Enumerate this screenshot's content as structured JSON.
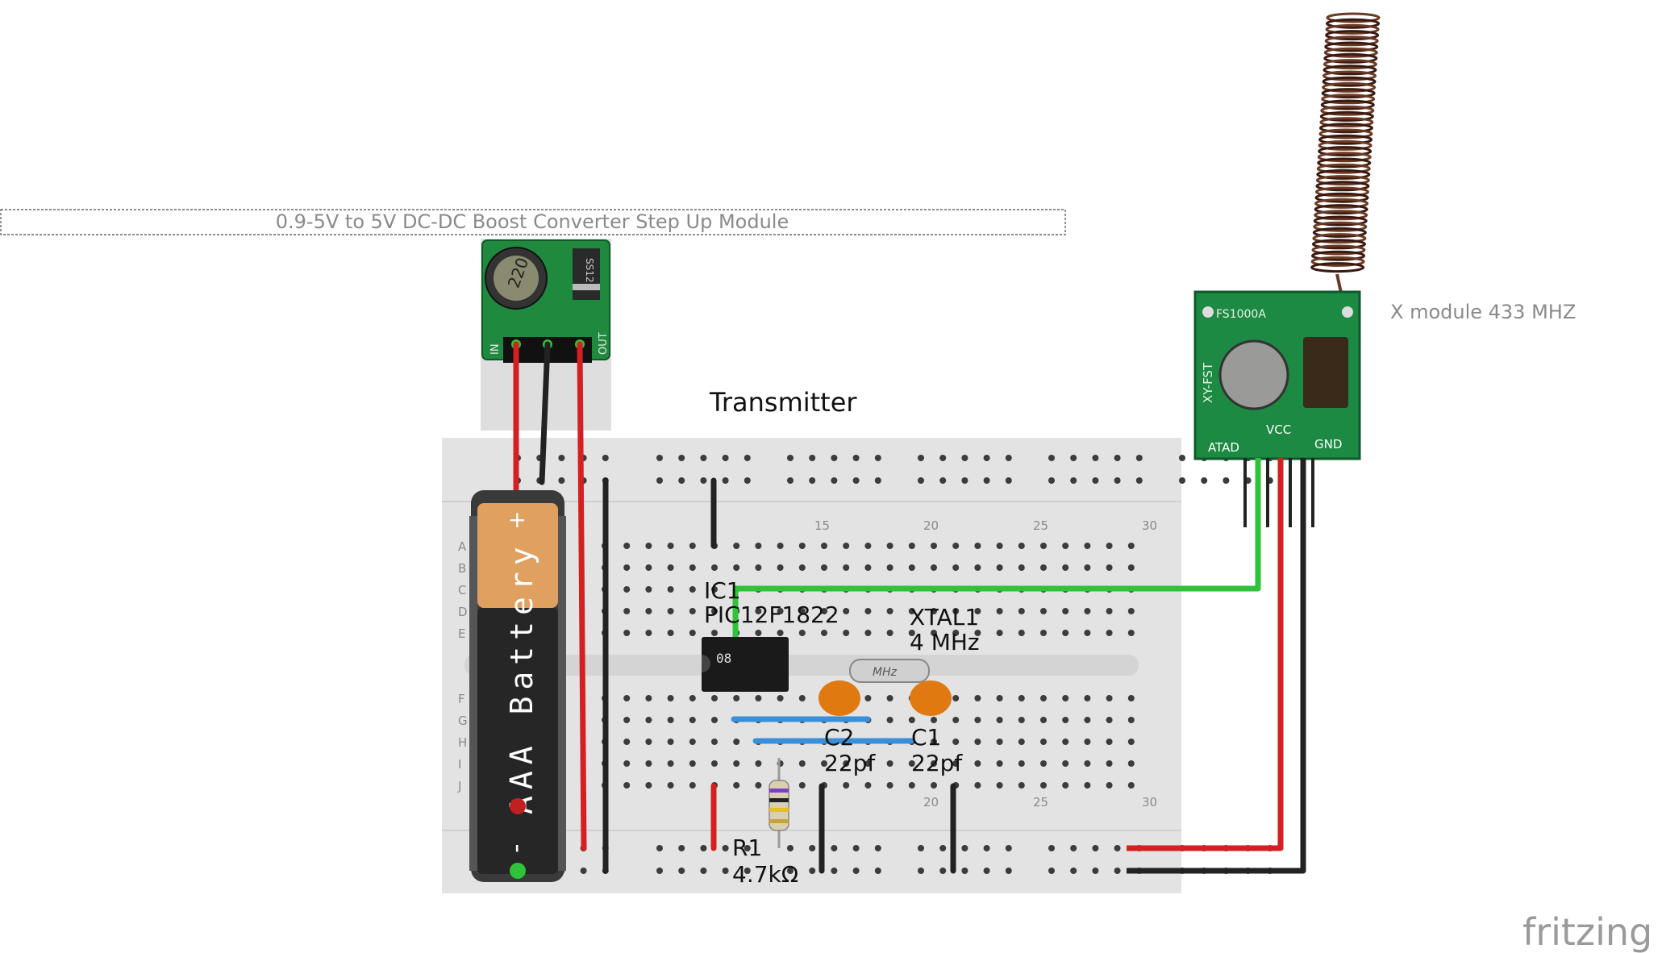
{
  "labels": {
    "boost_module": "0.9-5V to 5V DC-DC Boost Converter Step Up Module",
    "rf_module": "X module 433 MHZ",
    "section_title": "Transmitter",
    "watermark": "fritzing"
  },
  "battery": {
    "label": "AAA Battery",
    "plus": "+",
    "minus": "-"
  },
  "boost": {
    "inductor_mark": "220",
    "diode_mark": "SS12",
    "pin_in": "IN",
    "pin_out": "OUT"
  },
  "rf": {
    "part_mark": "FS1000A",
    "brand": "XY-FST",
    "pins": [
      "ATAD",
      "VCC",
      "GND"
    ]
  },
  "ic1": {
    "ref": "IC1",
    "value": "PIC12F1822",
    "pkg": "08"
  },
  "xtal1": {
    "ref": "XTAL1",
    "value": "4 MHz",
    "case_mark": "MHz"
  },
  "c2": {
    "ref": "C2",
    "value": "22pf"
  },
  "c1": {
    "ref": "C1",
    "value": "22pf"
  },
  "r1": {
    "ref": "R1",
    "value": "4.7kΩ"
  },
  "breadboard": {
    "rows": [
      "A",
      "B",
      "C",
      "D",
      "E",
      "F",
      "G",
      "H",
      "I",
      "J"
    ],
    "columns_top": [
      "15",
      "20",
      "25",
      "30"
    ],
    "columns_bottom": [
      "20",
      "25",
      "30"
    ]
  },
  "colors": {
    "wire_red": "#d42020",
    "wire_black": "#222222",
    "wire_green": "#2fc23a",
    "wire_blue": "#3a8fd8",
    "pcb_green": "#1f7a3a",
    "breadboard": "#e3e3e3",
    "cap_orange": "#e07a10"
  }
}
